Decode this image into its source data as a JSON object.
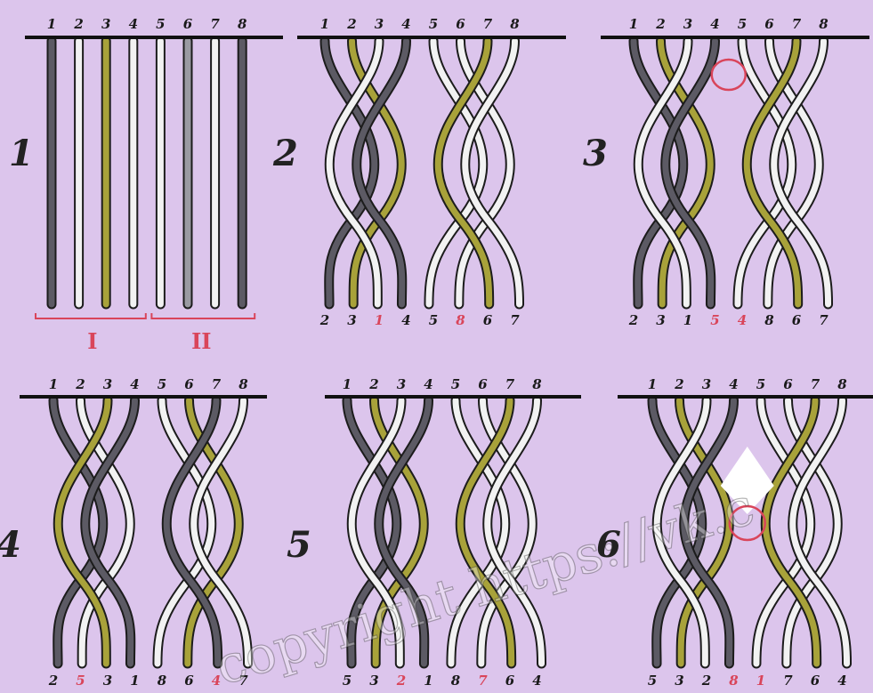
{
  "colors": {
    "background": "#dcc5ec",
    "cord_white": "#f2f2f2",
    "cord_olive": "#a8a23a",
    "cord_grey": "#9a9aa2",
    "cord_dark": "#5c5a64",
    "highlight_red": "#d9455a"
  },
  "panels": [
    {
      "label": "1",
      "top_numbers": [
        "1",
        "2",
        "3",
        "4",
        "5",
        "6",
        "7",
        "8"
      ],
      "bottom_numbers": [],
      "groups": [
        "I",
        "II"
      ]
    },
    {
      "label": "2",
      "top_numbers": [
        "1",
        "2",
        "3",
        "4",
        "5",
        "6",
        "7",
        "8"
      ],
      "bottom_numbers": [
        {
          "t": "2",
          "red": false
        },
        {
          "t": "3",
          "red": false
        },
        {
          "t": "1",
          "red": true
        },
        {
          "t": "4",
          "red": false
        },
        {
          "t": "5",
          "red": false
        },
        {
          "t": "8",
          "red": true
        },
        {
          "t": "6",
          "red": false
        },
        {
          "t": "7",
          "red": false
        }
      ]
    },
    {
      "label": "3",
      "top_numbers": [
        "1",
        "2",
        "3",
        "4",
        "5",
        "6",
        "7",
        "8"
      ],
      "bottom_numbers": [
        {
          "t": "2",
          "red": false
        },
        {
          "t": "3",
          "red": false
        },
        {
          "t": "1",
          "red": false
        },
        {
          "t": "5",
          "red": true
        },
        {
          "t": "4",
          "red": true
        },
        {
          "t": "8",
          "red": false
        },
        {
          "t": "6",
          "red": false
        },
        {
          "t": "7",
          "red": false
        }
      ],
      "highlight_circle": "top-center"
    },
    {
      "label": "4",
      "top_numbers": [
        "1",
        "2",
        "3",
        "4",
        "5",
        "6",
        "7",
        "8"
      ],
      "bottom_numbers": [
        {
          "t": "2",
          "red": false
        },
        {
          "t": "5",
          "red": true
        },
        {
          "t": "3",
          "red": false
        },
        {
          "t": "1",
          "red": false
        },
        {
          "t": "8",
          "red": false
        },
        {
          "t": "6",
          "red": false
        },
        {
          "t": "4",
          "red": true
        },
        {
          "t": "7",
          "red": false
        }
      ]
    },
    {
      "label": "5",
      "top_numbers": [
        "1",
        "2",
        "3",
        "4",
        "5",
        "6",
        "7",
        "8"
      ],
      "bottom_numbers": [
        {
          "t": "5",
          "red": false
        },
        {
          "t": "3",
          "red": false
        },
        {
          "t": "2",
          "red": true
        },
        {
          "t": "1",
          "red": false
        },
        {
          "t": "8",
          "red": false
        },
        {
          "t": "7",
          "red": true
        },
        {
          "t": "6",
          "red": false
        },
        {
          "t": "4",
          "red": false
        }
      ]
    },
    {
      "label": "6",
      "top_numbers": [
        "1",
        "2",
        "3",
        "4",
        "5",
        "6",
        "7",
        "8"
      ],
      "bottom_numbers": [
        {
          "t": "5",
          "red": false
        },
        {
          "t": "3",
          "red": false
        },
        {
          "t": "2",
          "red": false
        },
        {
          "t": "8",
          "red": true
        },
        {
          "t": "1",
          "red": true
        },
        {
          "t": "7",
          "red": false
        },
        {
          "t": "6",
          "red": false
        },
        {
          "t": "4",
          "red": false
        }
      ],
      "highlight_circle": "center"
    }
  ],
  "watermark": "copyright https://vk.c"
}
